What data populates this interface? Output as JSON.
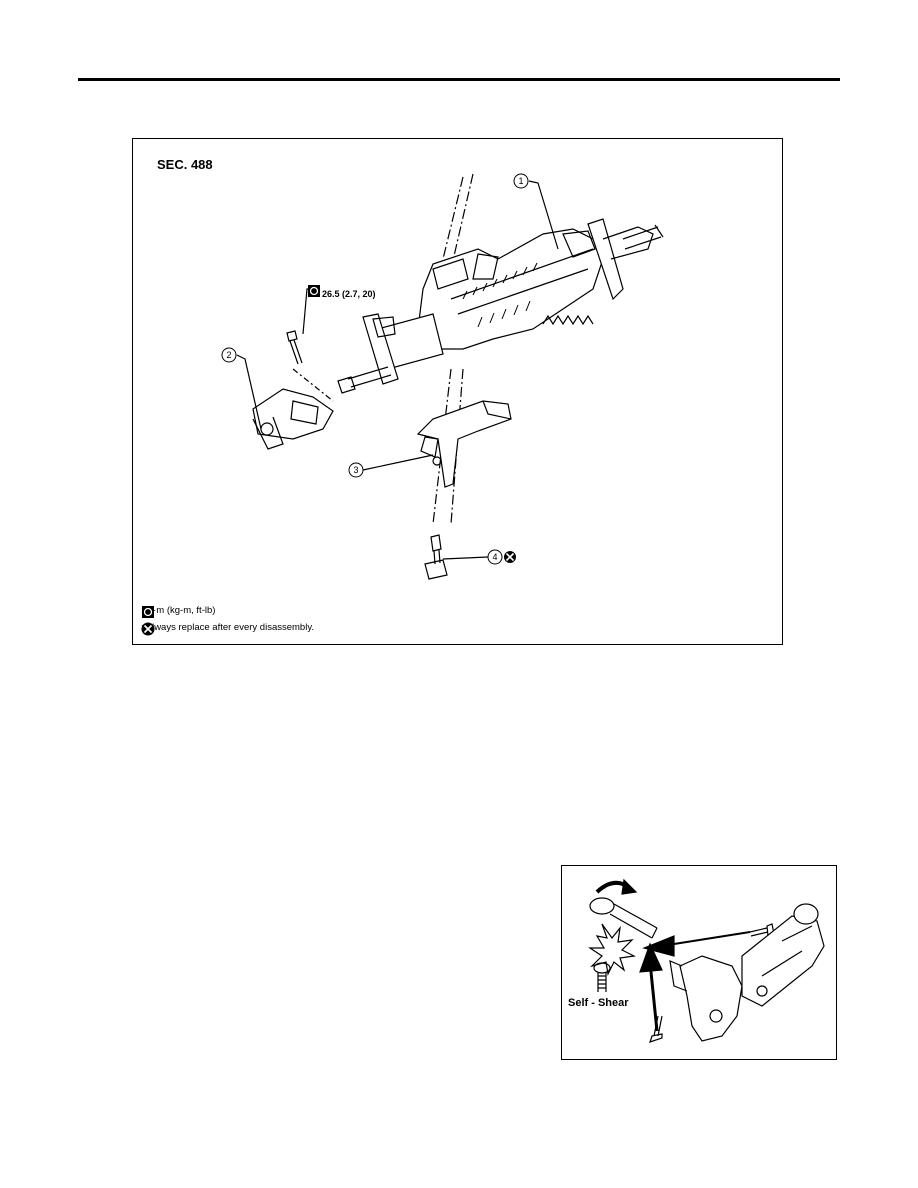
{
  "figure1": {
    "section_label": "SEC. 488",
    "callouts": [
      "1",
      "2",
      "3",
      "4"
    ],
    "torque_spec": "26.5 (2.7, 20)",
    "legend": {
      "torque_text": ": N·m (kg-m, ft-lb)",
      "replace_text": ": Always replace after every disassembly."
    }
  },
  "figure2": {
    "label": "Self - Shear"
  },
  "icons": {
    "torque": "torque-wrench-icon",
    "replace": "always-replace-x-icon"
  }
}
